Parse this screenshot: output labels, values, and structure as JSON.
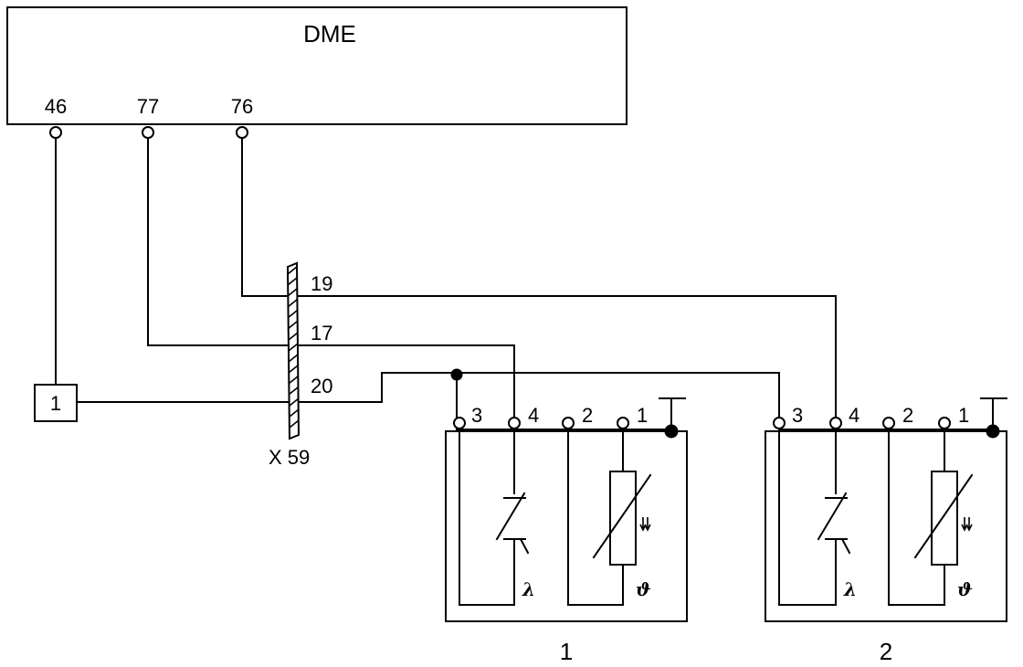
{
  "dme": {
    "title": "DME",
    "pins": [
      "46",
      "77",
      "76"
    ]
  },
  "component_1_box": {
    "label": "1"
  },
  "connector": {
    "label": "X 59",
    "pins": [
      "19",
      "17",
      "20"
    ]
  },
  "sensors": [
    {
      "caption": "1",
      "pins": [
        "3",
        "4",
        "2",
        "1"
      ],
      "lambda_symbol": "λ",
      "theta_symbol": "ϑ"
    },
    {
      "caption": "2",
      "pins": [
        "3",
        "4",
        "2",
        "1"
      ],
      "lambda_symbol": "λ",
      "theta_symbol": "ϑ"
    }
  ],
  "icons": {
    "ground": "ground-symbol-icon",
    "switch": "oxygen-sensor-element-icon",
    "heater": "heater-resistor-icon",
    "pin": "connector-pin-icon",
    "junction": "wire-junction-icon"
  }
}
